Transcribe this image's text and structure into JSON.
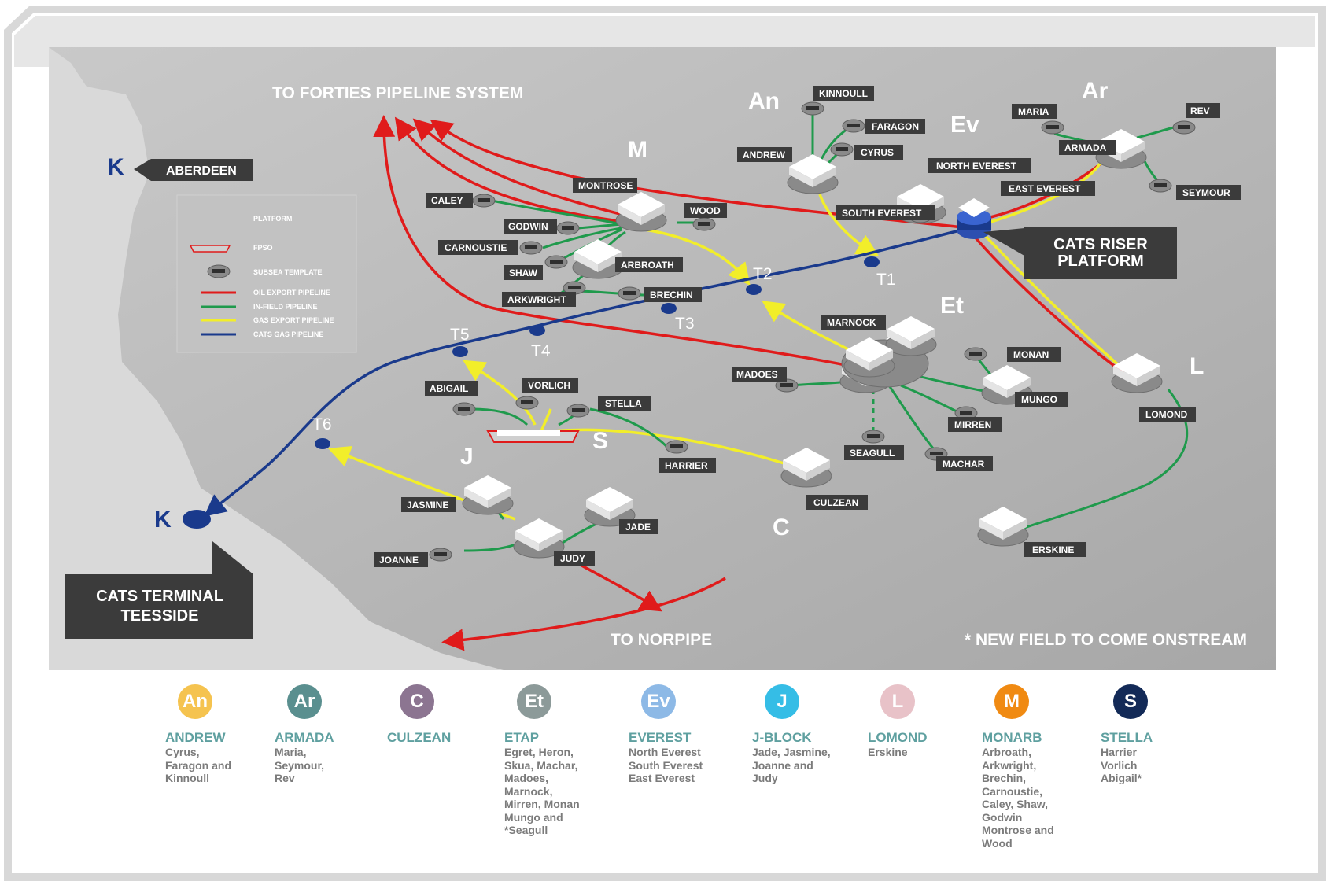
{
  "headings": {
    "forties": "TO FORTIES PIPELINE SYSTEM",
    "norpipe": "TO NORPIPE",
    "new_field_note": "* NEW FIELD TO COME ONSTREAM"
  },
  "callouts": {
    "aberdeen": "ABERDEEN",
    "cats_riser": [
      "CATS RISER",
      "PLATFORM"
    ],
    "cats_terminal": [
      "CATS TERMINAL",
      "TEESSIDE"
    ]
  },
  "legend": {
    "platform": "PLATFORM",
    "fpso": "FPSO",
    "subsea": "SUBSEA TEMPLATE",
    "oil": "OIL EXPORT PIPELINE",
    "infield": "IN-FIELD PIPELINE",
    "gas_export": "GAS EXPORT PIPELINE",
    "cats_gas": "CATS GAS PIPELINE"
  },
  "colors": {
    "oil": "#e01b1b",
    "infield": "#1f9a4c",
    "gas_export": "#f2ee2a",
    "cats_gas": "#1a3a8c",
    "sea": "#b4b4b4",
    "land": "#d9d9d9",
    "label_bg": "#3b3b3b"
  },
  "zones": {
    "An": "An",
    "Ev": "Ev",
    "Ar": "Ar",
    "M": "M",
    "Et": "Et",
    "L": "L",
    "S": "S",
    "J": "J",
    "C": "C"
  },
  "tees": {
    "T1": "T1",
    "T2": "T2",
    "T3": "T3",
    "T4": "T4",
    "T5": "T5",
    "T6": "T6"
  },
  "fields": {
    "kinnoull": "KINNOULL",
    "faragon": "FARAGON",
    "cyrus": "CYRUS",
    "andrew": "ANDREW",
    "north_everest": "NORTH EVEREST",
    "east_everest": "EAST EVEREST",
    "south_everest": "SOUTH EVEREST",
    "maria": "MARIA",
    "rev": "REV",
    "armada": "ARMADA",
    "seymour": "SEYMOUR",
    "montrose": "MONTROSE",
    "caley": "CALEY",
    "wood": "WOOD",
    "godwin": "GODWIN",
    "carnoustie": "CARNOUSTIE",
    "shaw": "SHAW",
    "arbroath": "ARBROATH",
    "arkwright": "ARKWRIGHT",
    "brechin": "BRECHIN",
    "marnock": "MARNOCK",
    "madoes": "MADOES",
    "monan": "MONAN",
    "mungo": "MUNGO",
    "mirren": "MIRREN",
    "seagull": "SEAGULL",
    "machar": "MACHAR",
    "lomond": "LOMOND",
    "erskine": "ERSKINE",
    "abigail": "ABIGAIL",
    "vorlich": "VORLICH",
    "stella": "STELLA",
    "harrier": "HARRIER",
    "culzean": "CULZEAN",
    "jasmine": "JASMINE",
    "jade": "JADE",
    "joanne": "JOANNE",
    "judy": "JUDY"
  },
  "key": [
    {
      "abbr": "An",
      "name": "ANDREW",
      "desc": "Cyrus,\nFaragon and\nKinnoull",
      "color": "#f5c34f"
    },
    {
      "abbr": "Ar",
      "name": "ARMADA",
      "desc": "Maria,\nSeymour,\nRev",
      "color": "#5a8f8f"
    },
    {
      "abbr": "C",
      "name": "CULZEAN",
      "desc": "",
      "color": "#8c7591"
    },
    {
      "abbr": "Et",
      "name": "ETAP",
      "desc": "Egret, Heron,\nSkua, Machar,\nMadoes,\nMarnock,\nMirren, Monan\nMungo and\n*Seagull",
      "color": "#8c9a99"
    },
    {
      "abbr": "Ev",
      "name": "EVEREST",
      "desc": "North Everest\nSouth Everest\nEast Everest",
      "color": "#8db9e6"
    },
    {
      "abbr": "J",
      "name": "J-BLOCK",
      "desc": "Jade, Jasmine,\nJoanne and\nJudy",
      "color": "#35bde6"
    },
    {
      "abbr": "L",
      "name": "LOMOND",
      "desc": "Erskine",
      "color": "#e8c2c8"
    },
    {
      "abbr": "M",
      "name": "MONARB",
      "desc": "Arbroath,\nArkwright,\nBrechin,\nCarnoustie,\nCaley, Shaw,\nGodwin\nMontrose and\nWood",
      "color": "#f08a12"
    },
    {
      "abbr": "S",
      "name": "STELLA",
      "desc": "Harrier\nVorlich\nAbigail*",
      "color": "#132a57"
    }
  ]
}
